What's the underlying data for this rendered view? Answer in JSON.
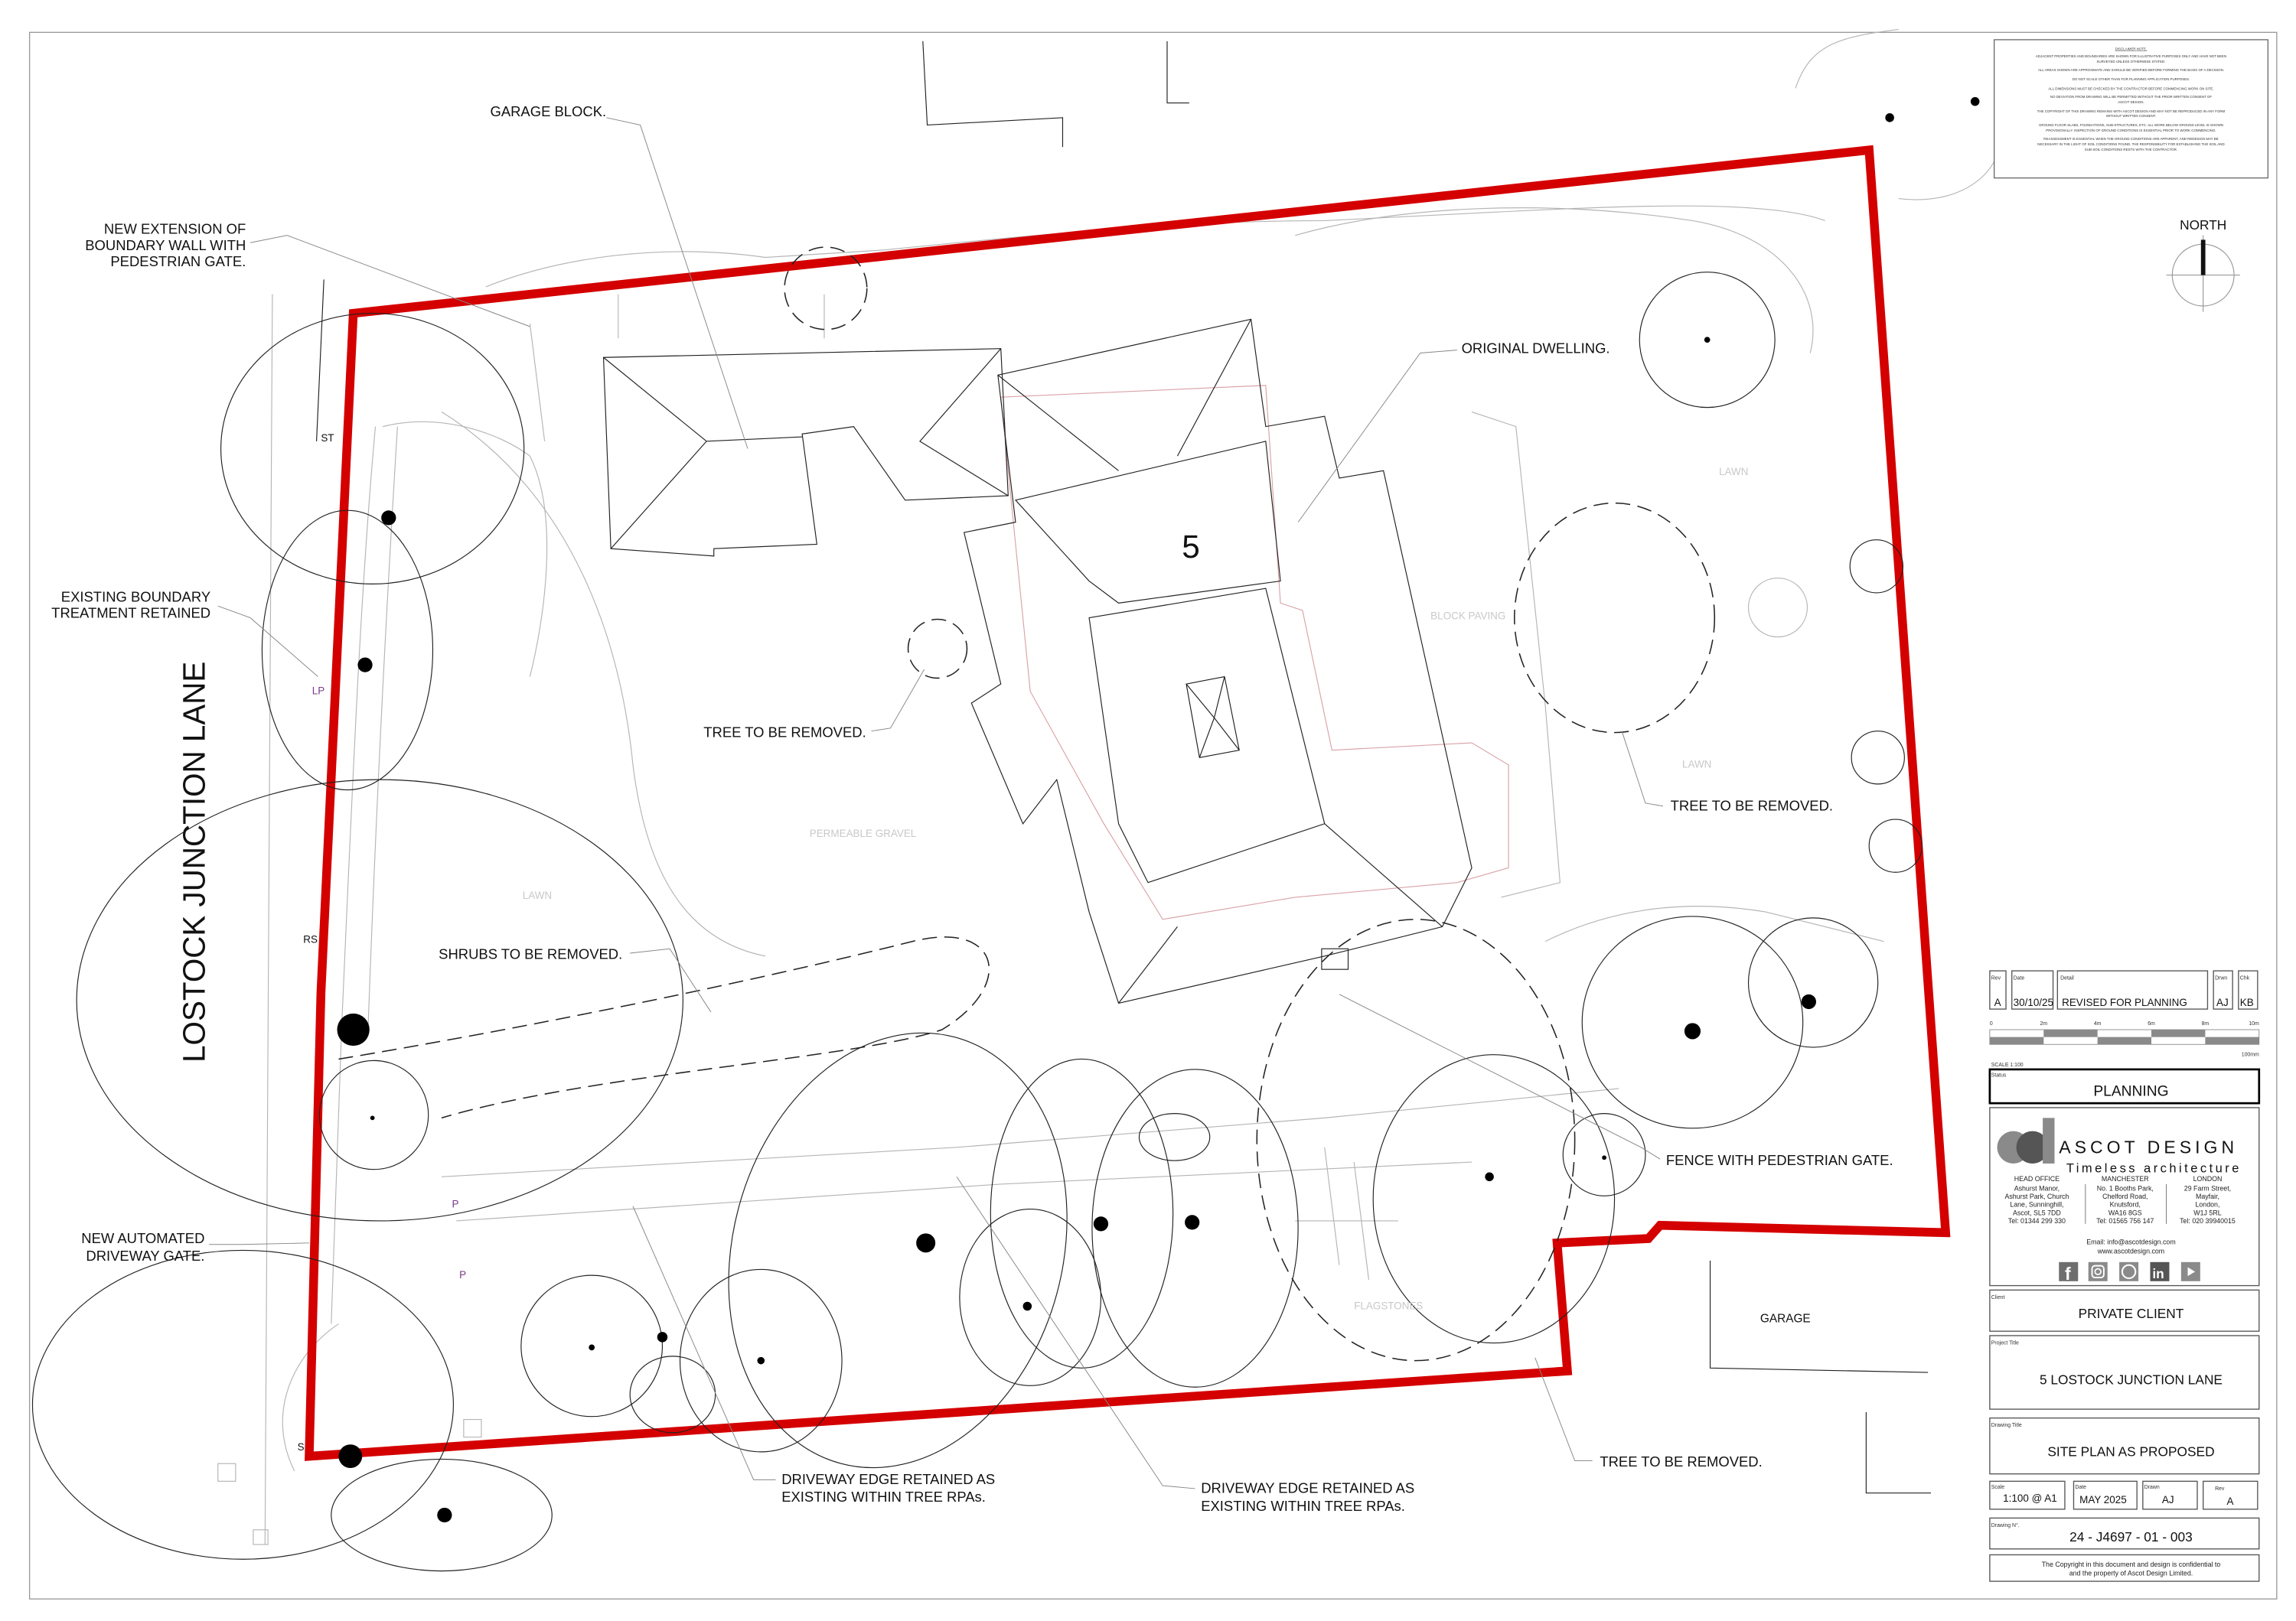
{
  "plan": {
    "road_name": "LOSTOCK JUNCTION LANE",
    "house_number": "5",
    "north_label": "NORTH",
    "labels": {
      "garage_block": "GARAGE BLOCK.",
      "boundary_extension": [
        "NEW EXTENSION OF",
        "BOUNDARY WALL WITH",
        "PEDESTRIAN GATE."
      ],
      "boundary_retained": [
        "EXISTING BOUNDARY",
        "TREATMENT RETAINED"
      ],
      "original_dwelling": "ORIGINAL DWELLING.",
      "tree_removed_1": "TREE TO BE REMOVED.",
      "tree_removed_2": "TREE TO BE REMOVED.",
      "tree_removed_3": "TREE TO BE REMOVED.",
      "shrubs_removed": "SHRUBS TO BE REMOVED.",
      "fence_gate": "FENCE WITH PEDESTRIAN GATE.",
      "driveway_gate": [
        "NEW AUTOMATED",
        "DRIVEWAY GATE."
      ],
      "driveway_edge_1": [
        "DRIVEWAY EDGE RETAINED AS",
        "EXISTING WITHIN TREE RPAs."
      ],
      "driveway_edge_2": [
        "DRIVEWAY EDGE RETAINED AS",
        "EXISTING WITHIN TREE RPAs."
      ],
      "garage": "GARAGE"
    },
    "surfaces": {
      "lawn_1": "LAWN",
      "block_paving": "BLOCK PAVING",
      "lawn_2": "LAWN",
      "permeable_gravel": "PERMEABLE GRAVEL",
      "lawn_3": "LAWN",
      "flagstones": "FLAGSTONES"
    },
    "markers": {
      "st": "ST",
      "lp": "LP",
      "rs": "RS",
      "p1": "P",
      "p2": "P",
      "s": "S"
    },
    "colors": {
      "site_boundary": "#d40000",
      "lines": "#222222",
      "existing": "#b5b5b5",
      "original_footprint": "#d9a3a8"
    }
  },
  "disclaimer": {
    "title": "DISCLAIMER NOTE.",
    "lines": [
      "ADJACENT PROPERTIES AND BOUNDARIES ARE SHOWN FOR ILLUSTRATIVE PURPOSES ONLY AND HAVE NOT BEEN",
      "SURVEYED UNLESS OTHERWISE STATED.",
      "ALL AREAS SHOWN ARE APPROXIMATE AND SHOULD BE VERIFIED BEFORE FORMING THE BASIS OF A DECISION.",
      "DO NOT SCALE OTHER THAN FOR PLANNING APPLICATION PURPOSES.",
      "ALL DIMENSIONS MUST BE CHECKED BY THE CONTRACTOR BEFORE COMMENCING WORK ON SITE.",
      "NO DEVIATION FROM DRAWING WILL BE PERMITTED WITHOUT THE PRIOR WRITTEN CONSENT OF",
      "ASCOT DESIGN.",
      "THE COPYRIGHT OF THIS DRAWING REMAINS WITH ASCOT DESIGN AND MAY NOT BE REPRODUCED IN ANY FORM",
      "WITHOUT WRITTEN CONSENT.",
      "GROUND FLOOR SLABS, FOUNDATIONS, SUB-STRUCTURES, ETC. ALL WORK BELOW GROUND LEVEL IS SHOWN",
      "PROVISIONALLY. INSPECTION OF GROUND CONDITIONS IS ESSENTIAL PRIOR TO WORK COMMENCING.",
      "REASSESSMENT IS ESSENTIAL WHEN THE GROUND CONDITIONS ARE APPARENT, AND REDESIGN MAY BE",
      "NECESSARY IN THE LIGHT OF SOIL CONDITIONS FOUND. THE RESPONSIBILITY FOR ESTABLISHING THE SOIL AND",
      "SUB-SOIL CONDITIONS RESTS WITH THE CONTRACTOR."
    ]
  },
  "title_block": {
    "revision": {
      "rev_label": "Rev",
      "rev": "A",
      "date_label": "Date",
      "date": "30/10/25",
      "detail_label": "Detail",
      "detail": "REVISED FOR PLANNING",
      "drawn_label": "Drwn",
      "drawn": "AJ",
      "checked_label": "Chk",
      "checked": "KB"
    },
    "scale_bar": {
      "ticks": [
        "0",
        "2m",
        "4m",
        "6m",
        "8m",
        "10m"
      ],
      "length_label": "100mm",
      "scale_text": "SCALE 1:100"
    },
    "status_label": "Status",
    "status": "PLANNING",
    "company": {
      "name": "ASCOT DESIGN",
      "tagline": "Timeless architecture",
      "offices": [
        {
          "title": "HEAD OFFICE",
          "lines": [
            "Ashurst Manor,",
            "Ashurst Park, Church",
            "Lane, Sunninghill,",
            "Ascot, SL5 7DD",
            "Tel: 01344 299 330"
          ]
        },
        {
          "title": "MANCHESTER",
          "lines": [
            "No. 1 Booths Park,",
            "Chelford Road,",
            "Knutsford,",
            "WA16 8GS",
            "Tel: 01565 756 147"
          ]
        },
        {
          "title": "LONDON",
          "lines": [
            "29 Farm Street,",
            "Mayfair,",
            "London,",
            "W1J 5RL",
            "Tel: 020 39940015"
          ]
        }
      ],
      "email": "Email: info@ascotdesign.com",
      "website": "www.ascotdesign.com",
      "social_icons": [
        "facebook-icon",
        "instagram-icon",
        "pinterest-icon",
        "linkedin-icon",
        "youtube-icon"
      ],
      "brand_color": "#7a7a7a"
    },
    "client_label": "Client",
    "client": "PRIVATE CLIENT",
    "project_label": "Project Title",
    "project": "5 LOSTOCK JUNCTION LANE",
    "drawing_title_label": "Drawing Title",
    "drawing_title": "SITE PLAN AS PROPOSED",
    "scale_label": "Scale",
    "scale": "1:100 @ A1",
    "date_label": "Date",
    "date": "MAY 2025",
    "drawn_label": "Drawn",
    "drawn": "AJ",
    "rev_label": "Rev",
    "rev": "A",
    "drawing_no_label": "Drawing N°.",
    "drawing_no": "24 - J4697 - 01 - 003",
    "copyright": [
      "The Copyright in this document and design is confidential to",
      "and the property of Ascot Design Limited."
    ]
  }
}
